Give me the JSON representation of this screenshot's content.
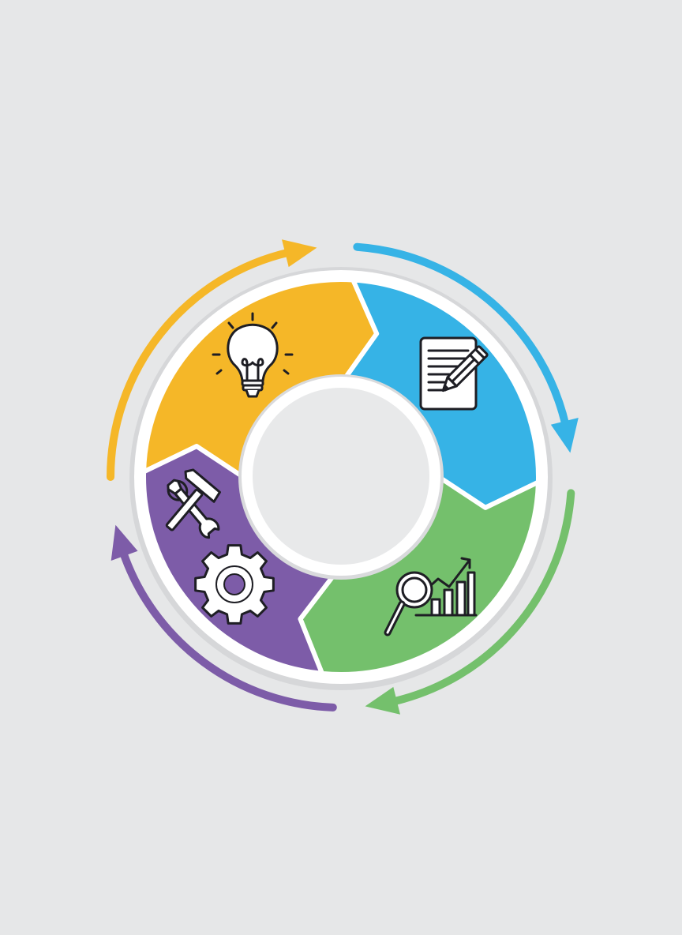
{
  "background_color": "#e6e7e8",
  "ring_color": "#ffffff",
  "ring_shadow_color": "#d6d7d9",
  "center_color": "#e8e9ea",
  "stages": [
    {
      "id": "ideate",
      "color": "#f5b728",
      "icon": "lightbulb-icon"
    },
    {
      "id": "plan",
      "color": "#36b3e6",
      "icon": "document-pencil-icon"
    },
    {
      "id": "analyze",
      "color": "#74c06c",
      "icon": "magnifier-chart-icon"
    },
    {
      "id": "build",
      "color": "#7d5ca8",
      "icon": "tools-gear-icon"
    }
  ],
  "outer_arrows": [
    {
      "color": "#f5b728",
      "direction": "clockwise"
    },
    {
      "color": "#36b3e6",
      "direction": "clockwise"
    },
    {
      "color": "#74c06c",
      "direction": "clockwise"
    },
    {
      "color": "#7d5ca8",
      "direction": "clockwise"
    }
  ]
}
